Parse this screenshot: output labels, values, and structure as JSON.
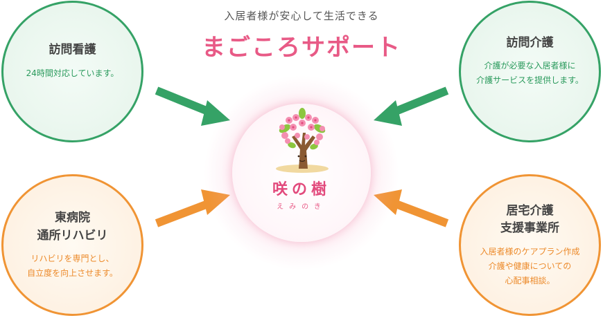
{
  "header": {
    "subtitle": "入居者様が安心して生活できる",
    "title": "まごころサポート"
  },
  "services": {
    "top_left": {
      "title": "訪問看護",
      "desc": "24時間対応しています。"
    },
    "top_right": {
      "title": "訪問介護",
      "desc_line1": "介護が必要な入居者様に",
      "desc_line2": "介護サービスを提供します。"
    },
    "bottom_left": {
      "title_line1": "東病院",
      "title_line2": "通所リハビリ",
      "desc_line1": "リハビリを専門とし、",
      "desc_line2": "自立度を向上させます。"
    },
    "bottom_right": {
      "title_line1": "居宅介護",
      "title_line2": "支援事業所",
      "desc_line1": "入居者様のケアプラン作成",
      "desc_line2": "介護や健康についての",
      "desc_line3": "心配事相談。"
    }
  },
  "center": {
    "name": "咲の樹",
    "reading": "えみのき"
  },
  "colors": {
    "green": "#35a266",
    "orange": "#f09434",
    "pink": "#e85a86"
  }
}
